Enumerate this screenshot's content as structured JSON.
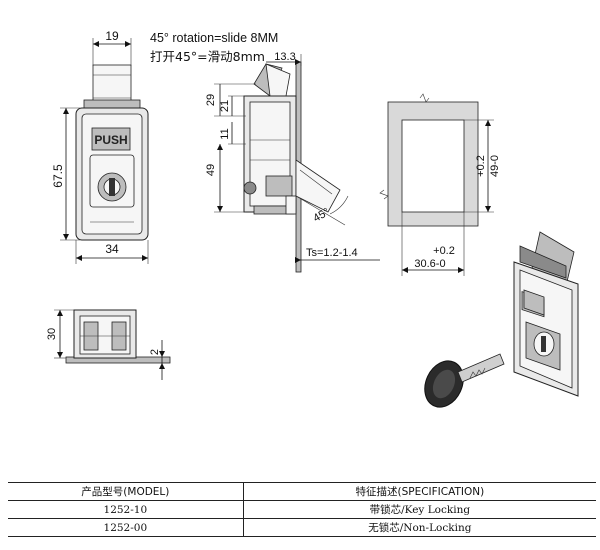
{
  "notes": {
    "rotation_en": "45° rotation=slide 8MM",
    "rotation_cn": "打开45°=滑动8mm"
  },
  "dimensions": {
    "front_width_top": "19",
    "front_height": "67.5",
    "front_width": "34",
    "side_top": "13.3",
    "side_29": "29",
    "side_21": "21",
    "side_11": "11",
    "side_49": "49",
    "side_angle": "45°",
    "side_ts": "Ts=1.2-1.4",
    "cutout_h_tol": "+0.2",
    "cutout_h": "49-0",
    "cutout_w_tol": "+0.2",
    "cutout_w": "30.6-0",
    "bottom_30": "30",
    "bottom_2": "2"
  },
  "labels": {
    "push_text": "PUSH"
  },
  "table": {
    "headers": [
      "产品型号(MODEL)",
      "特征描述(SPECIFICATION)"
    ],
    "rows": [
      [
        "1252-10",
        "带锁芯/Key Locking"
      ],
      [
        "1252-00",
        "无锁芯/Non-Locking"
      ]
    ]
  }
}
